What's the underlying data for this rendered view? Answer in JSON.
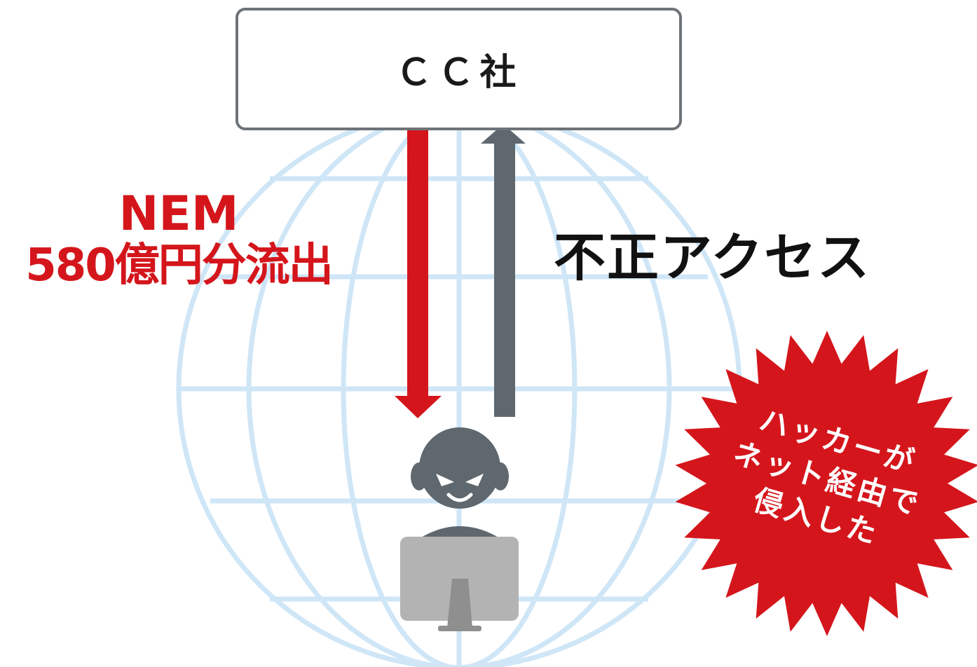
{
  "company": {
    "name": "ＣＣ社"
  },
  "outflow": {
    "line1": "NEM",
    "line2": "580億円分流出"
  },
  "access": {
    "label": "不正アクセス"
  },
  "burst": {
    "line1": "ハッカーが",
    "line2": "ネット経由で",
    "line3": "侵入した"
  },
  "colors": {
    "red": "#d4161c",
    "gray_arrow": "#5f686e",
    "globe": "#cfe6f7",
    "hacker": "#5f686e",
    "monitor": "#b3b3b3"
  },
  "icons": [
    "globe-icon",
    "hacker-icon",
    "computer-monitor-icon",
    "starburst-badge"
  ]
}
